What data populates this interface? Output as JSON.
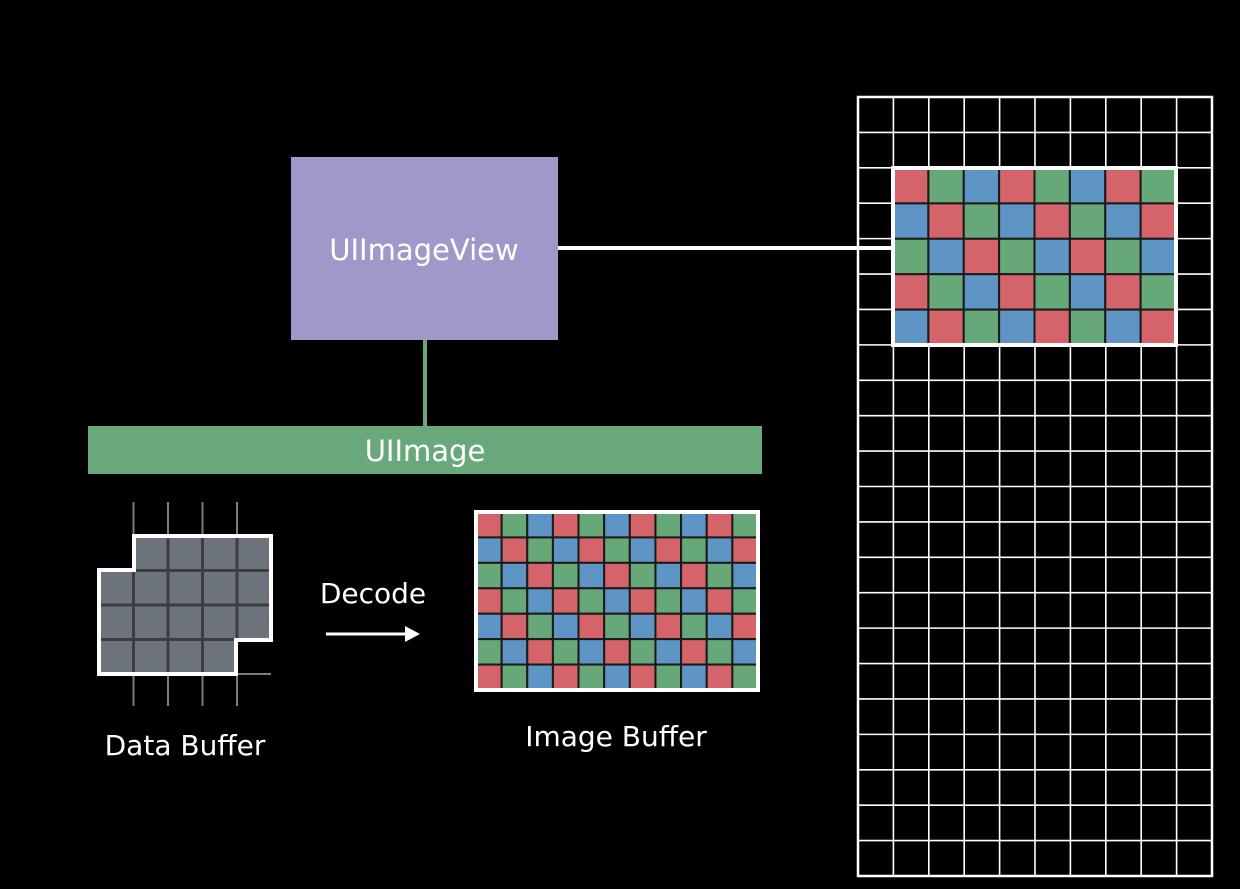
{
  "labels": {
    "uiimageview": "UIImageView",
    "uiimage": "UIImage",
    "decode": "Decode",
    "data_buffer": "Data Buffer",
    "image_buffer": "Image Buffer"
  },
  "colors": {
    "background": "#000000",
    "uiimageview_box": "#a098c8",
    "uiimage_bar": "#68a87a",
    "connector_green": "#68a87a",
    "data_buffer_fill": "#6c737b",
    "grid_line": "#ffffff",
    "pixel_red": "#d4636a",
    "pixel_green": "#66a878",
    "pixel_blue": "#5e95c4"
  },
  "pixel_pattern": [
    "red",
    "green",
    "blue"
  ],
  "framebuffer": {
    "columns": 10,
    "rows": 22
  },
  "image_buffer": {
    "columns": 11,
    "rows": 7
  },
  "framebuffer_image": {
    "columns": 8,
    "rows": 5
  },
  "data_buffer": {
    "columns": 5,
    "rows": 5
  }
}
